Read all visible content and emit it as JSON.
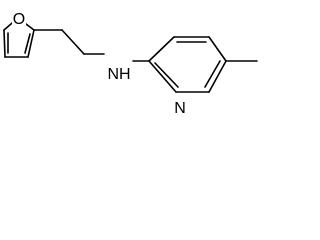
{
  "molecule": {
    "atoms": {
      "furan_oxygen": "O",
      "amine_nitrogen": "NH",
      "pyridine_nitrogen": "N"
    }
  },
  "colors": {
    "bond": "#000000",
    "background": "#ffffff"
  }
}
